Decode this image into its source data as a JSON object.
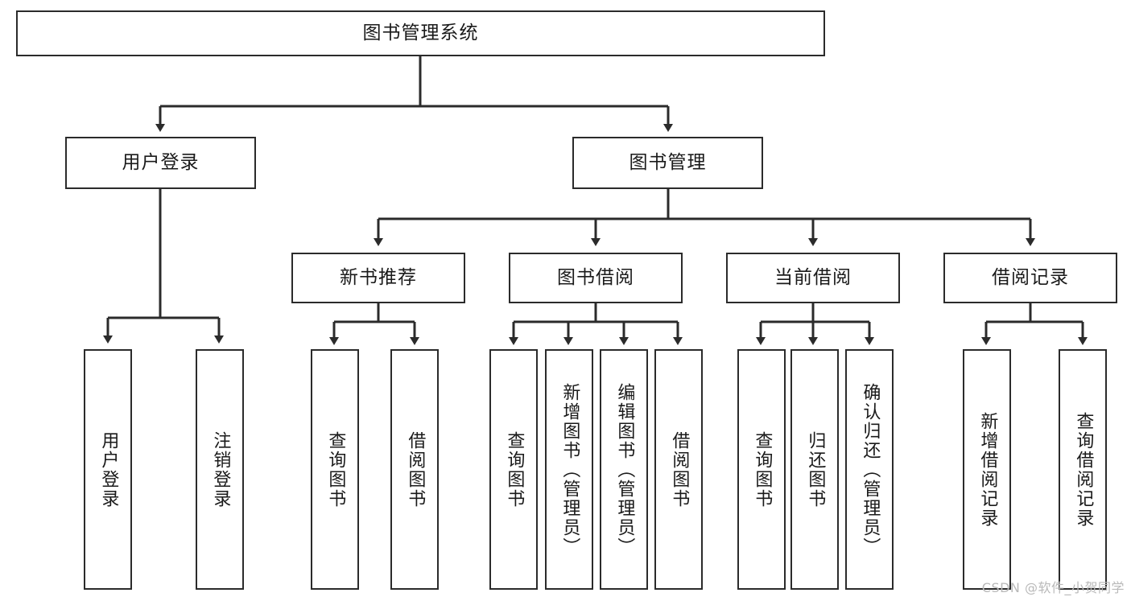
{
  "diagram": {
    "title": "图书管理系统",
    "watermark": "CSDN @软件_小贺同学",
    "line_color": "#2b2b2b",
    "box_border_color": "#2b2b2b",
    "box_fill_color": "#ffffff",
    "text_color": "#1a1a1a",
    "watermark_color": "#b9b9b9"
  },
  "nodes": {
    "root": {
      "label": "图书管理系统"
    },
    "level2": [
      {
        "id": "user-login",
        "label": "用户登录"
      },
      {
        "id": "book-manage",
        "label": "图书管理"
      }
    ],
    "level3": [
      {
        "id": "new-book-recommend",
        "label": "新书推荐"
      },
      {
        "id": "book-borrow",
        "label": "图书借阅"
      },
      {
        "id": "current-borrow",
        "label": "当前借阅"
      },
      {
        "id": "borrow-record",
        "label": "借阅记录"
      }
    ],
    "leaves": {
      "user-login": [
        {
          "id": "leaf-user-login",
          "label": "用户登录"
        },
        {
          "id": "leaf-logout-login",
          "label": "注销登录"
        }
      ],
      "new-book-recommend": [
        {
          "id": "leaf-query-book-1",
          "label": "查询图书"
        },
        {
          "id": "leaf-borrow-book-1",
          "label": "借阅图书"
        }
      ],
      "book-borrow": [
        {
          "id": "leaf-query-book-2",
          "label": "查询图书"
        },
        {
          "id": "leaf-add-book",
          "label": "新增图书（管理员）"
        },
        {
          "id": "leaf-edit-book",
          "label": "编辑图书（管理员）"
        },
        {
          "id": "leaf-borrow-book-2",
          "label": "借阅图书"
        }
      ],
      "current-borrow": [
        {
          "id": "leaf-query-book-3",
          "label": "查询图书"
        },
        {
          "id": "leaf-return-book",
          "label": "归还图书"
        },
        {
          "id": "leaf-confirm-return",
          "label": "确认归还（管理员）"
        }
      ],
      "borrow-record": [
        {
          "id": "leaf-add-record",
          "label": "新增借阅记录"
        },
        {
          "id": "leaf-query-record",
          "label": "查询借阅记录"
        }
      ]
    }
  },
  "chart_data": {
    "type": "table",
    "title": "图书管理系统 功能结构图",
    "hierarchy": {
      "name": "图书管理系统",
      "children": [
        {
          "name": "用户登录",
          "children": [
            {
              "name": "用户登录"
            },
            {
              "name": "注销登录"
            }
          ]
        },
        {
          "name": "图书管理",
          "children": [
            {
              "name": "新书推荐",
              "children": [
                {
                  "name": "查询图书"
                },
                {
                  "name": "借阅图书"
                }
              ]
            },
            {
              "name": "图书借阅",
              "children": [
                {
                  "name": "查询图书"
                },
                {
                  "name": "新增图书（管理员）"
                },
                {
                  "name": "编辑图书（管理员）"
                },
                {
                  "name": "借阅图书"
                }
              ]
            },
            {
              "name": "当前借阅",
              "children": [
                {
                  "name": "查询图书"
                },
                {
                  "name": "归还图书"
                },
                {
                  "name": "确认归还（管理员）"
                }
              ]
            },
            {
              "name": "借阅记录",
              "children": [
                {
                  "name": "新增借阅记录"
                },
                {
                  "name": "查询借阅记录"
                }
              ]
            }
          ]
        }
      ]
    }
  }
}
